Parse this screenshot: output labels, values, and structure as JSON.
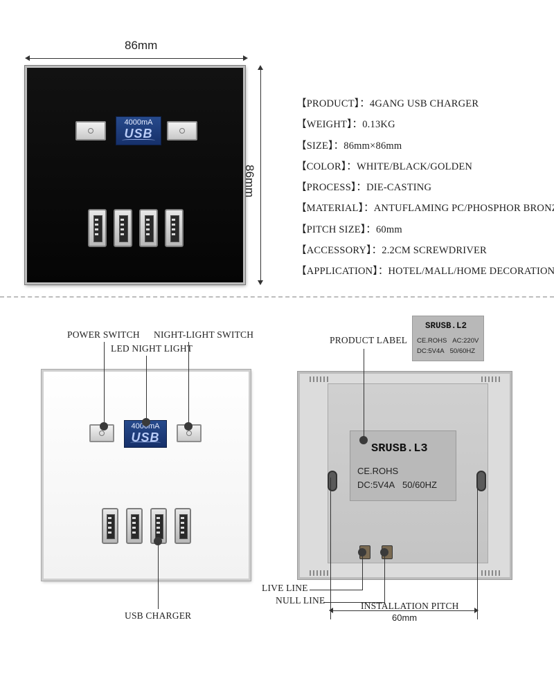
{
  "top_dimensions": {
    "width_label": "86mm",
    "height_label": "86mm"
  },
  "black_panel": {
    "badge_current": "4000mA",
    "badge_text": "USB",
    "port_count": 4
  },
  "specs": [
    {
      "label": "【PRODUCT】",
      "value": "：4GANG USB CHARGER"
    },
    {
      "label": "【WEIGHT】",
      "value": "：0.13KG"
    },
    {
      "label": "【SIZE】",
      "value": "：86mm×86mm"
    },
    {
      "label": "【COLOR】",
      "value": "：WHITE/BLACK/GOLDEN"
    },
    {
      "label": "【PROCESS】",
      "value": "：DIE-CASTING"
    },
    {
      "label": "【MATERIAL】",
      "value": "：ANTUFLAMING PC/PHOSPHOR BRONZE"
    },
    {
      "label": "【PITCH SIZE】",
      "value": "：60mm"
    },
    {
      "label": "【ACCESSORY】",
      "value": "：2.2CM SCREWDRIVER"
    },
    {
      "label": "【APPLICATION】",
      "value": "：HOTEL/MALL/HOME DECORATION"
    }
  ],
  "front_callouts": {
    "power_switch": "POWER SWITCH",
    "night_light_switch": "NIGHT-LIGHT SWITCH",
    "led_night_light": "LED NIGHT LIGHT",
    "usb_charger": "USB CHARGER"
  },
  "white_panel": {
    "badge_current": "4000mA",
    "badge_text": "USB"
  },
  "back_callouts": {
    "product_label": "PRODUCT LABEL",
    "live_line": "LIVE LINE",
    "null_line": "NULL LINE",
    "installation_pitch": "INSTALLATION PITCH",
    "pitch_value": "60mm"
  },
  "tag_label": {
    "title": "SRUSB.L2",
    "line1a": "CE.ROHS",
    "line1b": "AC:220V",
    "line2a": "DC:5V4A",
    "line2b": "50/60HZ"
  },
  "back_label": {
    "title": "SRUSB.L3",
    "line1": "CE.ROHS",
    "line2a": "DC:5V4A",
    "line2b": "50/60HZ"
  }
}
